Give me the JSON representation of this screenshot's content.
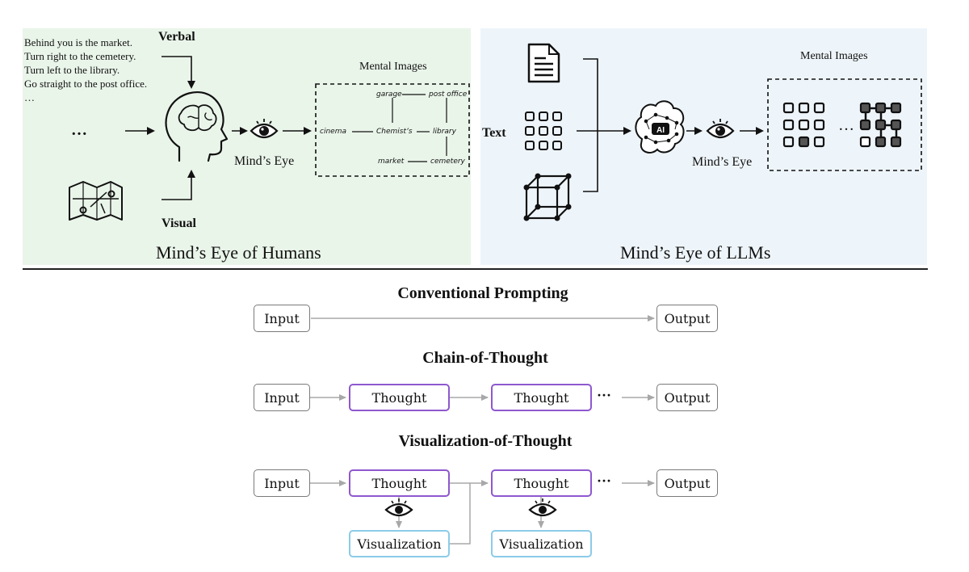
{
  "humans": {
    "route_lines": [
      "Behind you is the market.",
      "Turn right to the cemetery.",
      "Turn left to the library.",
      "Go straight to the post office.",
      "…"
    ],
    "verbal_label": "Verbal",
    "visual_label": "Visual",
    "ellipsis": "…",
    "minds_eye_label": "Mind’s Eye",
    "mental_images_label": "Mental Images",
    "map_labels": {
      "garage": "garage",
      "post_office": "post office",
      "cinema": "cinema",
      "chemists": "Chemist’s",
      "library": "library",
      "market": "market",
      "cemetery": "cemetery"
    },
    "caption": "Mind’s Eye of Humans"
  },
  "llms": {
    "text_label": "Text",
    "minds_eye_label": "Mind’s Eye",
    "mental_images_label": "Mental Images",
    "ai_label": "AI",
    "grid_ellipsis": "…",
    "caption": "Mind’s Eye of LLMs"
  },
  "prompting": {
    "conventional": {
      "title": "Conventional Prompting",
      "input": "Input",
      "output": "Output"
    },
    "cot": {
      "title": "Chain-of-Thought",
      "input": "Input",
      "thought1": "Thought",
      "thought2": "Thought",
      "ellipsis": "···",
      "output": "Output"
    },
    "vot": {
      "title": "Visualization-of-Thought",
      "input": "Input",
      "thought1": "Thought",
      "thought2": "Thought",
      "visualization1": "Visualization",
      "visualization2": "Visualization",
      "ellipsis": "···",
      "output": "Output"
    }
  },
  "colors": {
    "humans_panel": "#eaf5ea",
    "llms_panel": "#eef5fa",
    "thought_border": "#8e58cf",
    "visualization_border": "#8ccbe8",
    "io_border": "#7a7a7a",
    "arrow_gray": "#a8a8a8"
  },
  "icons": [
    "brain-head-icon",
    "eye-icon",
    "map-icon",
    "document-icon",
    "grid-icon",
    "cube-icon",
    "ai-brain-icon"
  ]
}
